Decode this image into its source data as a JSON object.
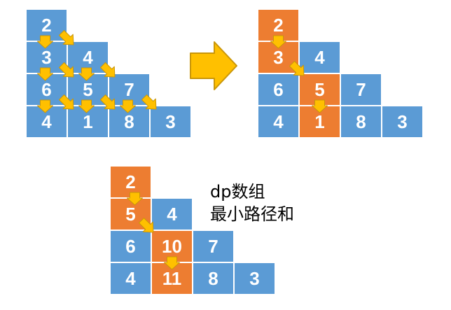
{
  "colors": {
    "cell_default": "#5b9bd5",
    "cell_path": "#ed7d31",
    "cell_border": "#ffffff",
    "arrow_fill": "#ffc000",
    "arrow_stroke": "#c9960a",
    "text": "#ffffff"
  },
  "grids": {
    "original": {
      "rows": [
        [
          "2"
        ],
        [
          "3",
          "4"
        ],
        [
          "6",
          "5",
          "7"
        ],
        [
          "4",
          "1",
          "8",
          "3"
        ]
      ],
      "highlight": []
    },
    "path": {
      "rows": [
        [
          "2"
        ],
        [
          "3",
          "4"
        ],
        [
          "6",
          "5",
          "7"
        ],
        [
          "4",
          "1",
          "8",
          "3"
        ]
      ],
      "highlight": [
        [
          0,
          0
        ],
        [
          1,
          0
        ],
        [
          2,
          1
        ],
        [
          3,
          1
        ]
      ]
    },
    "dp": {
      "rows": [
        [
          "2"
        ],
        [
          "5",
          "4"
        ],
        [
          "6",
          "10",
          "7"
        ],
        [
          "4",
          "11",
          "8",
          "3"
        ]
      ],
      "highlight": [
        [
          0,
          0
        ],
        [
          1,
          0
        ],
        [
          2,
          1
        ],
        [
          3,
          1
        ]
      ]
    }
  },
  "caption": {
    "line1": "dp数组",
    "line2": "最小路径和"
  }
}
